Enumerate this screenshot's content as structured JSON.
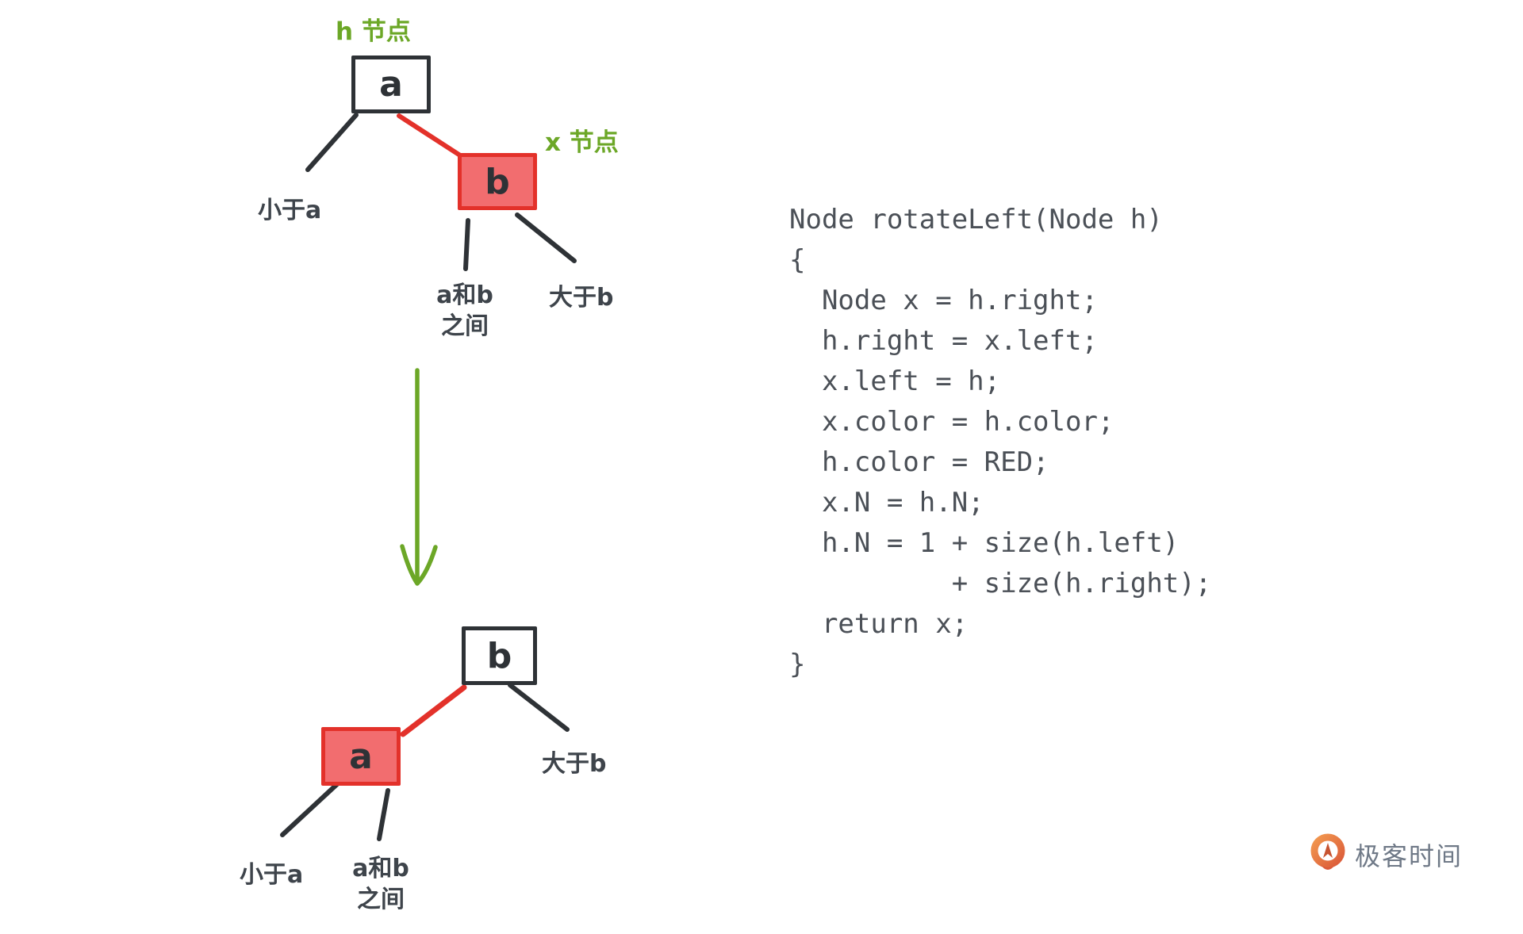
{
  "colors": {
    "background": "#FFFFFF",
    "ink": "#2E3236",
    "red_fill": "#F26D6F",
    "red_stroke": "#E3312A",
    "green_accent": "#6CA727",
    "label_text": "#3E444B",
    "code_text": "#4B5057",
    "logo_text": "#6F7987",
    "logo_orange_light": "#F2984F",
    "logo_orange_dark": "#DB5A39"
  },
  "diagram_before": {
    "h_node_label": "h 节点",
    "x_node_label": "x 节点",
    "node_a": "a",
    "node_b": "b",
    "less_than_a": "小于a",
    "between_ab_line1": "a和b",
    "between_ab_line2": "之间",
    "greater_than_b": "大于b"
  },
  "diagram_after": {
    "node_a": "a",
    "node_b": "b",
    "less_than_a": "小于a",
    "between_ab_line1": "a和b",
    "between_ab_line2": "之间",
    "greater_than_b": "大于b"
  },
  "code": {
    "text": "Node rotateLeft(Node h)\n{\n  Node x = h.right;\n  h.right = x.left;\n  x.left = h;\n  x.color = h.color;\n  h.color = RED;\n  x.N = h.N;\n  h.N = 1 + size(h.left)\n          + size(h.right);\n  return x;\n}"
  },
  "logo": {
    "icon": "geektime-pin-icon",
    "text": "极客时间"
  }
}
